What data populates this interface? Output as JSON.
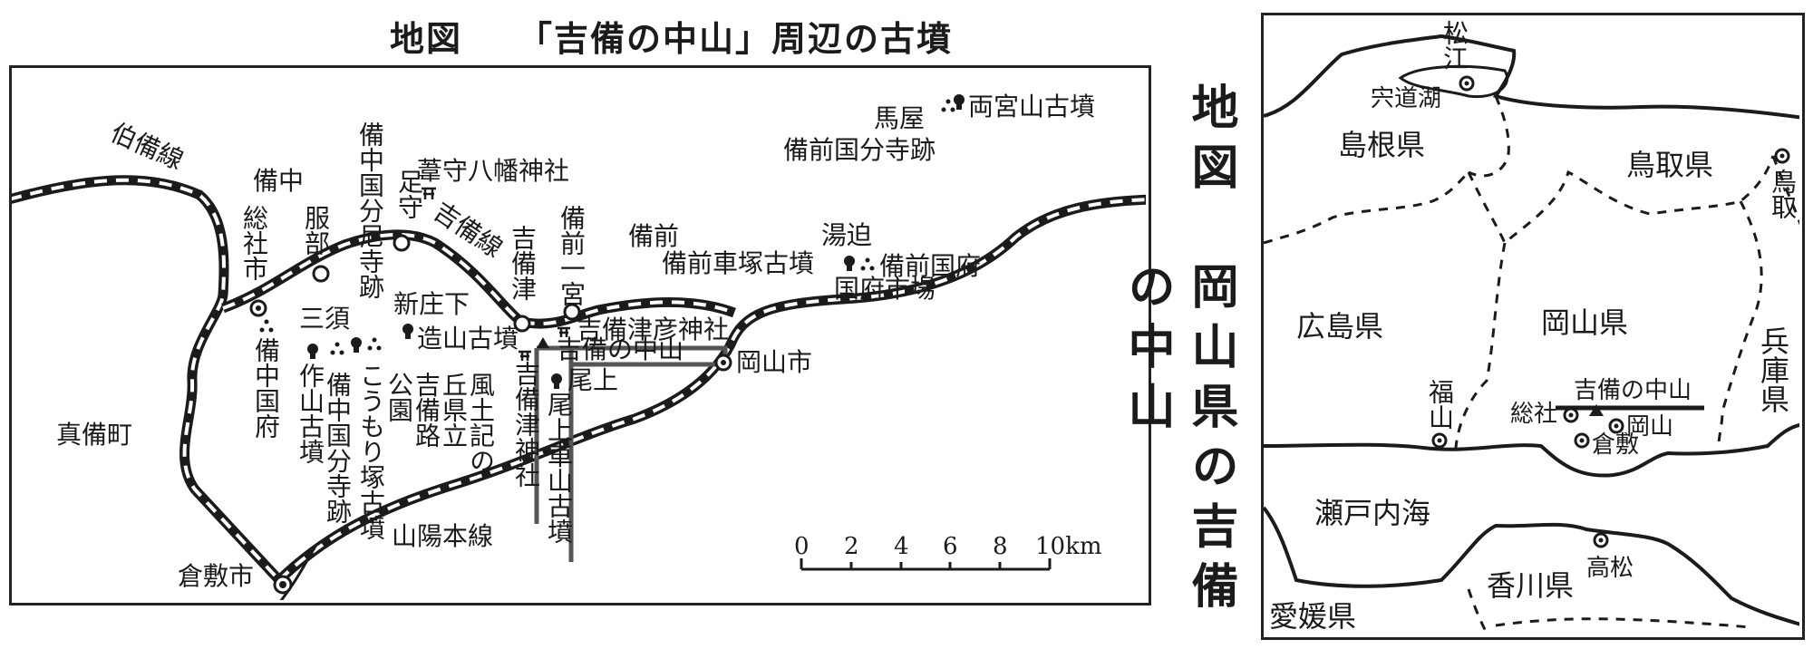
{
  "left_map": {
    "title": "地図　　「吉備の中山」周辺の古墳",
    "rail_lines": [
      "伯備線",
      "吉備線",
      "山陽本線"
    ],
    "scale_bar": {
      "ticks": [
        "0",
        "2",
        "4",
        "6",
        "8",
        "10km"
      ]
    },
    "labels": {
      "hakubi_line": "伯備線",
      "bicchu": "備中",
      "soja_city": "総社市",
      "hattori": "服部",
      "bicchu_kokubunniji": "備中国分尼寺跡",
      "ashimori": "足守",
      "kayamori_hachiman": "葦守八幡神社",
      "kibi_line": "吉備線",
      "kibitsu": "吉備津",
      "bizen_ichinomiya": "備前一宮",
      "bizen": "備前",
      "bizen_kurumazuka": "備前車塚古墳",
      "yuba": "湯迫",
      "bizen_kokufu": "備前国府",
      "kokufu_ichiba": "国府市場",
      "umaya": "馬屋",
      "ryogusan_kofun": "両宮山古墳",
      "bizen_kokubunji": "備前国分寺跡",
      "bicchu_kokufu": "備中国府",
      "misu": "三須",
      "tsukuriyama": "作山古墳",
      "komorizuka": "こうもり塚古墳",
      "bicchu_kokubunji": "備中国分寺跡",
      "shinjoshimo": "新庄下",
      "zozan_kofun": "造山古墳",
      "kibiji_park_1": "風土記の",
      "kibiji_park_2": "丘県立",
      "kibiji_park_3": "吉備路",
      "kibiji_park_4": "公園",
      "kibitsuhiko": "吉備津彦神社",
      "kibi_no_nakayama": "吉備の中山",
      "kibitsu_jinja": "吉備津神社",
      "ogami": "尾上",
      "ogami_kurumayama": "尾上車山古墳",
      "okayama_city": "岡山市",
      "mabi_town": "真備町",
      "kurashiki_city": "倉敷市",
      "sanyo_line": "山陽本線"
    }
  },
  "right_map": {
    "title": "地図　岡山県の吉備の中山",
    "labels": {
      "matsue": "松江",
      "shinji_lake": "宍道湖",
      "shimane": "島根県",
      "tottori_pref": "鳥取県",
      "tottori_city": "鳥取",
      "hiroshima": "広島県",
      "okayama_pref": "岡山県",
      "hyogo": "兵庫県",
      "fukuyama": "福山",
      "kibi_no_nakayama": "吉備の中山",
      "soja": "総社",
      "okayama": "岡山",
      "kurashiki": "倉敷",
      "seto": "瀬戸内海",
      "takamatsu": "高松",
      "kagawa": "香川県",
      "ehime": "愛媛県"
    }
  },
  "colors": {
    "ink": "#1b1b1b",
    "paper": "#ffffff",
    "rail_dash": "#ffffff"
  }
}
